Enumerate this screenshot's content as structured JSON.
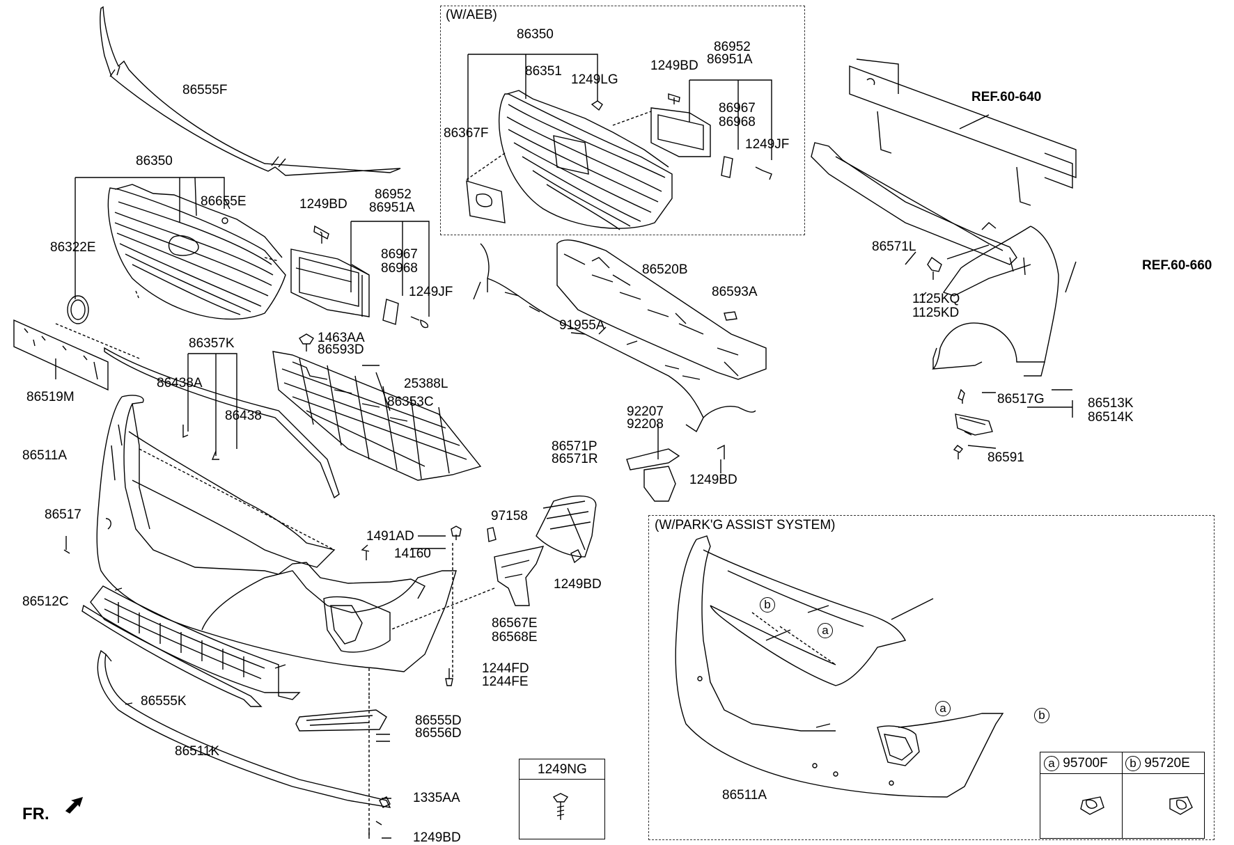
{
  "labels": {
    "p86555F": "86555F",
    "p86350_left": "86350",
    "p86655E": "86655E",
    "p86322E": "86322E",
    "p1249BD_a": "1249BD",
    "p86952_left": "86952",
    "p86951A_left": "86951A",
    "p86967_left": "86967",
    "p86968_left": "86968",
    "p1249JF_left": "1249JF",
    "p86519M": "86519M",
    "p86357K": "86357K",
    "p1463AA": "1463AA",
    "p86593D": "86593D",
    "p86438A": "86438A",
    "p86438": "86438",
    "p25388L": "25388L",
    "p86353C": "86353C",
    "p86511A_left": "86511A",
    "p86517": "86517",
    "p86512C": "86512C",
    "p1491AD": "1491AD",
    "p14160": "14160",
    "p97158": "97158",
    "p1249BD_b": "1249BD",
    "p86567E": "86567E",
    "p86568E": "86568E",
    "p1244FD": "1244FD",
    "p1244FE": "1244FE",
    "p86555K": "86555K",
    "p86555D": "86555D",
    "p86556D": "86556D",
    "p86511K": "86511K",
    "p1335AA": "1335AA",
    "p1249BD_c": "1249BD",
    "fr": "FR.",
    "aeb_title": "(W/AEB)",
    "p86350_aeb": "86350",
    "p86351": "86351",
    "p1249LG": "1249LG",
    "p86367F": "86367F",
    "p1249BD_aeb": "1249BD",
    "p86952_aeb": "86952",
    "p86951A_aeb": "86951A",
    "p86967_aeb": "86967",
    "p86968_aeb": "86968",
    "p1249JF_aeb": "1249JF",
    "p86520B": "86520B",
    "p86593A": "86593A",
    "p91955A": "91955A",
    "p92207": "92207",
    "p92208": "92208",
    "p86571P": "86571P",
    "p86571R": "86571R",
    "p1249BD_d": "1249BD",
    "ref640": "REF.60-640",
    "p86571L": "86571L",
    "p1125KQ": "1125KQ",
    "p1125KD": "1125KD",
    "ref660": "REF.60-660",
    "p86517G": "86517G",
    "p86513K": "86513K",
    "p86514K": "86514K",
    "p86591": "86591",
    "park_title": "(W/PARK'G ASSIST SYSTEM)",
    "p86511A_park": "86511A",
    "callout_a1": "a",
    "callout_a2": "a",
    "callout_b1": "b",
    "callout_b2": "b",
    "p1249NG": "1249NG"
  },
  "legend": {
    "a_letter": "a",
    "a_part": "95700F",
    "b_letter": "b",
    "b_part": "95720E"
  },
  "colors": {
    "line": "#000000",
    "dash": "#333333",
    "background": "#ffffff"
  }
}
